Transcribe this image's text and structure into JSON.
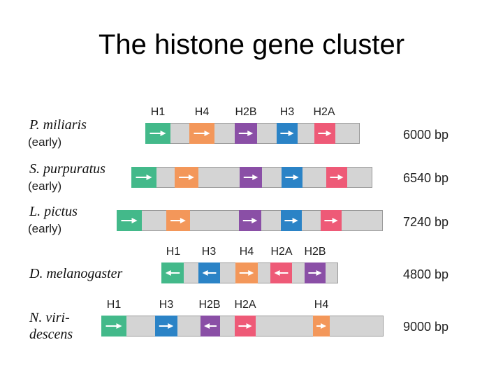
{
  "title": "The histone gene cluster",
  "colors": {
    "H1": "#43b98a",
    "H4": "#f3975a",
    "H2B": "#8a4fa6",
    "H3": "#2b83c6",
    "H2A": "#ee5a77"
  },
  "organisms": [
    {
      "name": "P. miliaris",
      "name_line2": "",
      "note": "(early)",
      "size": "6000 bp",
      "genes": [
        {
          "label": "H1",
          "dir": "right"
        },
        {
          "label": "H4",
          "dir": "right"
        },
        {
          "label": "H2B",
          "dir": "right"
        },
        {
          "label": "H3",
          "dir": "right"
        },
        {
          "label": "H2A",
          "dir": "right"
        }
      ]
    },
    {
      "name": "S. purpuratus",
      "name_line2": "",
      "note": "(early)",
      "size": "6540 bp",
      "genes": [
        {
          "label": "",
          "dir": "right"
        },
        {
          "label": "",
          "dir": "right"
        },
        {
          "label": "",
          "dir": "right"
        },
        {
          "label": "",
          "dir": "right"
        },
        {
          "label": "",
          "dir": "right"
        }
      ]
    },
    {
      "name": "L. pictus",
      "name_line2": "",
      "note": "(early)",
      "size": "7240 bp",
      "genes": [
        {
          "label": "",
          "dir": "right"
        },
        {
          "label": "",
          "dir": "right"
        },
        {
          "label": "",
          "dir": "right"
        },
        {
          "label": "",
          "dir": "right"
        },
        {
          "label": "",
          "dir": "right"
        }
      ]
    },
    {
      "name": "D. melanogaster",
      "name_line2": "",
      "note": "",
      "size": "4800 bp",
      "genes": [
        {
          "label": "H1",
          "dir": "left"
        },
        {
          "label": "H3",
          "dir": "left"
        },
        {
          "label": "H4",
          "dir": "right"
        },
        {
          "label": "H2A",
          "dir": "left"
        },
        {
          "label": "H2B",
          "dir": "right"
        }
      ]
    },
    {
      "name": "N. viri-",
      "name_line2": "descens",
      "note": "",
      "size": "9000 bp",
      "genes": [
        {
          "label": "H1",
          "dir": "right"
        },
        {
          "label": "H3",
          "dir": "right"
        },
        {
          "label": "H2B",
          "dir": "left"
        },
        {
          "label": "H2A",
          "dir": "right"
        },
        {
          "label": "H4",
          "dir": "right"
        }
      ]
    }
  ]
}
